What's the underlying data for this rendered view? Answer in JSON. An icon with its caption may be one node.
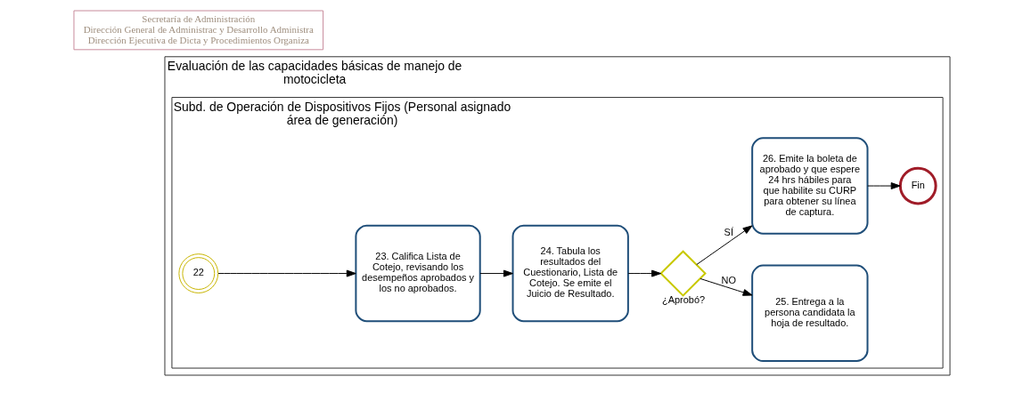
{
  "diagram": {
    "nodes": [
      {
        "text": [
          "Evaluación de las capacidades básicas de manejo de motocicleta"
        ]
      },
      {
        "text": [
          "Subd. de Operación de Dispositivos Fijos (Personal asignado área de generación)"
        ],
        "in": 0
      },
      {
        "text": [
          "22"
        ],
        "in": 1
      },
      {
        "text": [
          "23. Califica Lista de Cotejo, revisando los desempeños aprobados y los no aprobados."
        ],
        "in": 1
      },
      {
        "text": [
          "24. Tabula los resultados del Cuestionario, Lista de Cotejo. Se emite el Juicio de Resultado."
        ],
        "in": 1
      },
      {
        "text": [],
        "shape": "diamond",
        "beside": [
          "¿Aprobó?"
        ],
        "in": 1
      },
      {
        "text": [
          "25. Entrega a la persona candidata la hoja de resultado."
        ],
        "in": 1
      },
      {
        "text": [
          "26. Emite la boleta de aprobado y que espere 24 hrs hábiles para que habilite su CURP para obtener su línea de captura."
        ],
        "in": 1
      },
      {
        "text": [
          "Fin"
        ],
        "in": 1
      },
      {
        "text": [
          "Secretaría de Administración",
          "Dirección General de Administrac y Desarrollo Administra",
          "Dirección Ejecutiva de Dicta y Procedimientos Organiza"
        ]
      }
    ],
    "edges": [
      {
        "from": 2,
        "to": 3,
        "arrow": "to"
      },
      {
        "from": 3,
        "to": 4,
        "arrow": "to"
      },
      {
        "from": 4,
        "to": 5,
        "arrow": "to"
      },
      {
        "from": 5,
        "to": 7,
        "arrow": "to",
        "label": "SÍ"
      },
      {
        "from": 5,
        "to": 6,
        "arrow": "to",
        "label": "NO"
      },
      {
        "from": 7,
        "to": 8,
        "arrow": "to"
      }
    ]
  }
}
